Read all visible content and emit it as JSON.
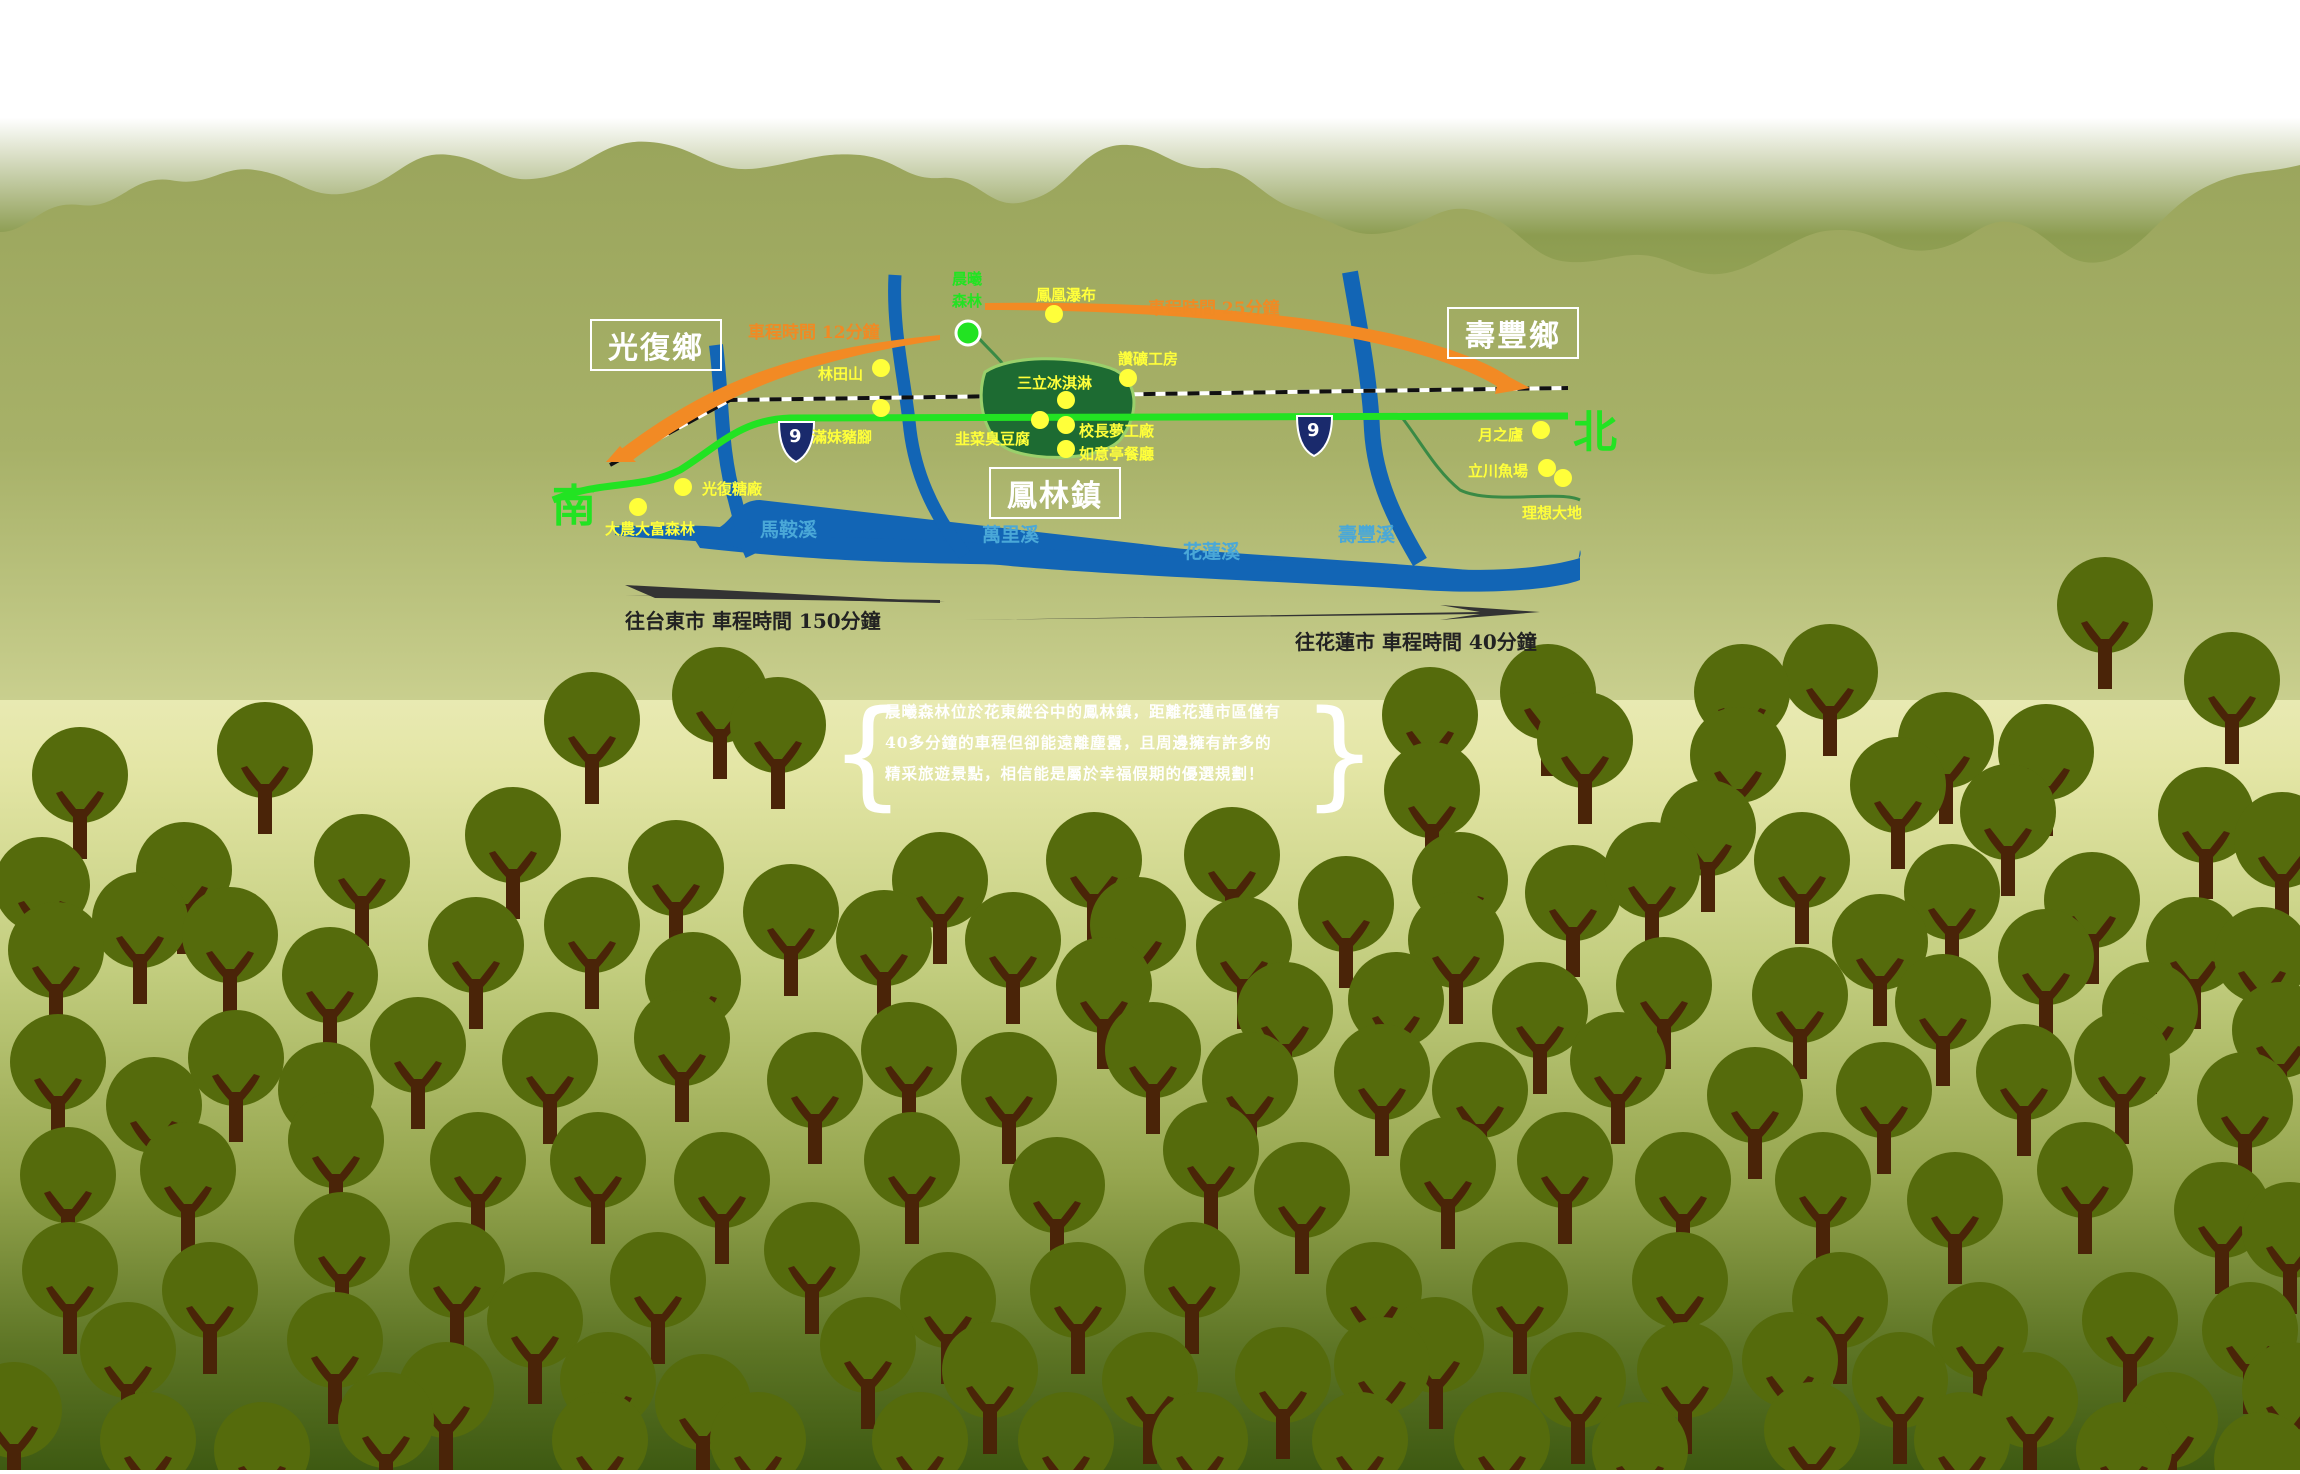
{
  "map": {
    "towns": {
      "guangfu": "光復鄉",
      "shoufeng": "壽豐鄉",
      "fenglin": "鳳林鎮"
    },
    "directions": {
      "south": "南",
      "north": "北"
    },
    "highway_number": "9",
    "travel_times": {
      "to_guangfu": "車程時間 12分鐘",
      "to_shoufeng": "車程時間 25分鐘"
    },
    "routes": {
      "to_taitung": "往台東市 車程時間 150分鐘",
      "to_hualien": "往花蓮市 車程時間 40分鐘"
    },
    "rivers": {
      "malan": "馬鞍溪",
      "wanli": "萬里溪",
      "hualien": "花蓮溪",
      "shoufeng": "壽豐溪"
    },
    "destination_marker": "晨曦森林",
    "spots": {
      "fenghuang_falls": "鳳凰瀑布",
      "lintianshan": "林田山",
      "jishi_workshop": "讚礦工房",
      "sanli_icecream": "三立冰淇淋",
      "manmei_pork": "滿妹豬腳",
      "chive_tofu": "韭菜臭豆腐",
      "principal_dream_factory": "校長夢工廠",
      "ruyi_restaurant": "如意亭餐廳",
      "moon_pavilion": "月之廬",
      "lichuan_fish_farm": "立川魚場",
      "ideal_land": "理想大地",
      "guangfu_sugar_factory": "光復糖廠",
      "danong_forest": "大農大富森林"
    }
  },
  "intro": {
    "text": "晨曦森林位於花東縱谷中的鳳林鎮，距離花蓮市區僅有40多分鐘的車程但卻能遠離塵囂，且周邊擁有許多的精采旅遊景點，相信能是屬於幸福假期的優選規劃！"
  },
  "colors": {
    "mountains": "#9aa55c",
    "trees": "#556b0c",
    "trunks": "#4a2408",
    "river": "#1265b5",
    "highway": "#22e322",
    "travel_arrow": "#f28a24",
    "spot": "#ffff3a",
    "town_center": "#1d6b32"
  }
}
